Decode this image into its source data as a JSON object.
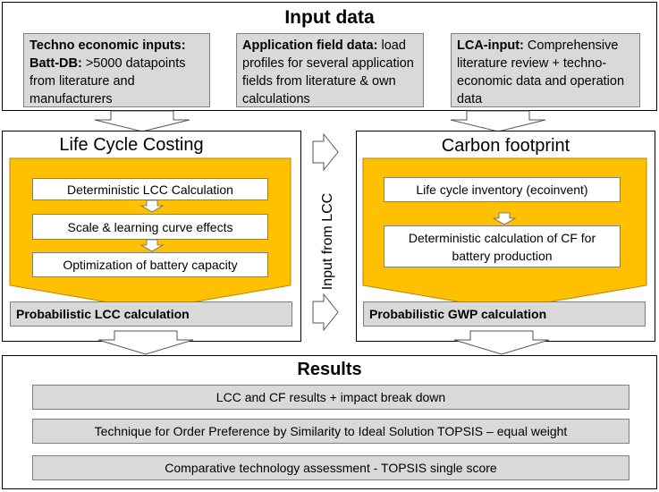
{
  "input": {
    "title": "Input data",
    "boxes": [
      {
        "bold": "Techno economic inputs:",
        "bold2": "Batt-DB:",
        "text": ">5000 datapoints from literature and manufacturers"
      },
      {
        "bold": "Application field data:",
        "text": "load profiles for several application fields from literature & own calculations"
      },
      {
        "bold": "LCA-input:",
        "text": "Comprehensive literature review + techno-economic data and operation data"
      }
    ]
  },
  "lcc": {
    "title": "Life Cycle Costing",
    "steps": [
      "Deterministic LCC Calculation",
      "Scale & learning curve effects",
      "Optimization of battery capacity"
    ],
    "probabilistic": "Probabilistic LCC calculation"
  },
  "connector": {
    "label": "Input from LCC"
  },
  "cf": {
    "title": "Carbon footprint",
    "steps": [
      "Life cycle inventory (ecoinvent)",
      "Deterministic calculation of CF for battery production"
    ],
    "probabilistic": "Probabilistic GWP calculation"
  },
  "results": {
    "title": "Results",
    "rows": [
      "LCC and CF results + impact break down",
      "Technique for Order Preference by Similarity to Ideal Solution TOPSIS – equal weight",
      "Comparative technology assessment  - TOPSIS single score"
    ]
  },
  "colors": {
    "accent": "#ffc000",
    "gray": "#d9d9d9",
    "border": "#7f7f7f"
  }
}
